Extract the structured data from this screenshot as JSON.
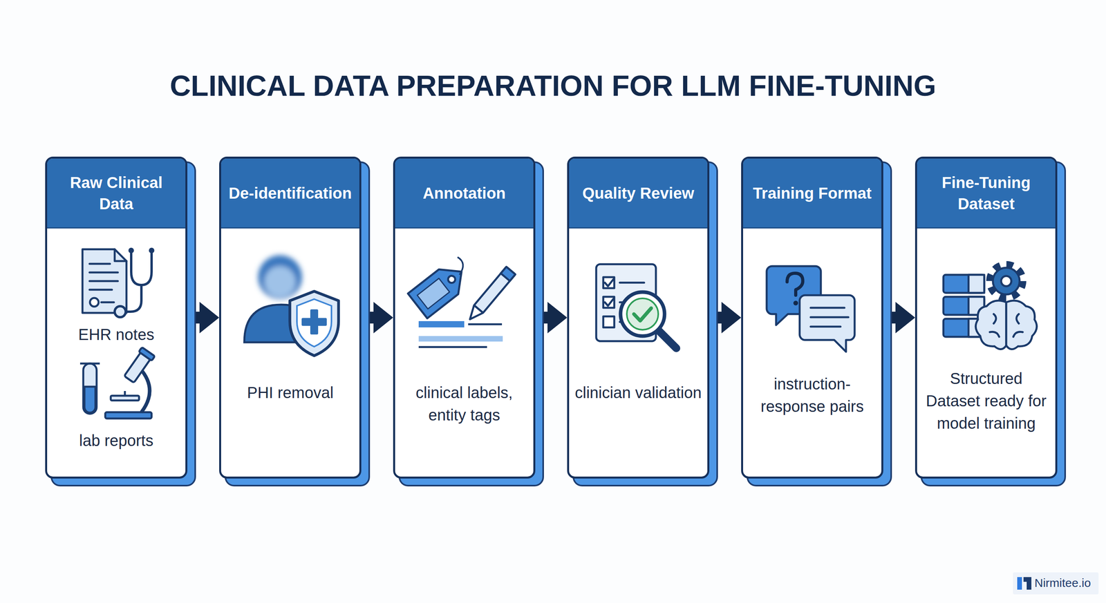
{
  "diagram": {
    "title": "CLINICAL DATA PREPARATION FOR LLM FINE-TUNING",
    "nodes": [
      {
        "text": [
          "Raw Clinical Data",
          "EHR notes",
          "lab reports"
        ]
      },
      {
        "text": [
          "De-identification",
          "PHI removal"
        ]
      },
      {
        "text": [
          "Annotation",
          "clinical labels, entity tags"
        ]
      },
      {
        "text": [
          "Quality Review",
          "clinician validation"
        ]
      },
      {
        "text": [
          "Training Format",
          "instruction-response pairs"
        ]
      },
      {
        "text": [
          "Fine-Tuning Dataset",
          "Structured Dataset ready for model training"
        ]
      }
    ],
    "edges": [
      {
        "from": 0,
        "to": 1,
        "arrow": "to"
      },
      {
        "from": 1,
        "to": 2,
        "arrow": "to"
      },
      {
        "from": 2,
        "to": 3,
        "arrow": "to"
      },
      {
        "from": 3,
        "to": 4,
        "arrow": "to"
      },
      {
        "from": 4,
        "to": 5,
        "arrow": "to"
      }
    ],
    "labels": [
      "Nirmitee.io"
    ]
  }
}
